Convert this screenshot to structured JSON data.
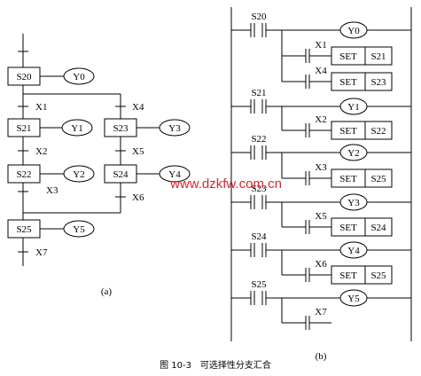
{
  "sfc": {
    "steps": [
      "S20",
      "S21",
      "S22",
      "S23",
      "S24",
      "S25"
    ],
    "outputs": [
      "Y0",
      "Y1",
      "Y2",
      "Y3",
      "Y4",
      "Y5"
    ],
    "transitions": [
      "X1",
      "X2",
      "X3",
      "X4",
      "X5",
      "X6",
      "X7"
    ],
    "label": "(a)"
  },
  "ladder": {
    "contacts": [
      "S20",
      "X1",
      "X4",
      "S21",
      "X2",
      "S22",
      "X3",
      "S23",
      "X5",
      "S24",
      "X6",
      "S25",
      "X7"
    ],
    "coils": [
      "Y0",
      "Y1",
      "Y2",
      "Y3",
      "Y4",
      "Y5"
    ],
    "set_word": "SET",
    "set_targets": [
      "S21",
      "S23",
      "S22",
      "S25",
      "S24",
      "S25"
    ],
    "label": "(b)"
  },
  "caption": "图 10-3　可选择性分支汇合",
  "watermark": "www.dzkfw.com.cn",
  "colors": {
    "line": "#000000",
    "watermark": "#d8262c"
  }
}
